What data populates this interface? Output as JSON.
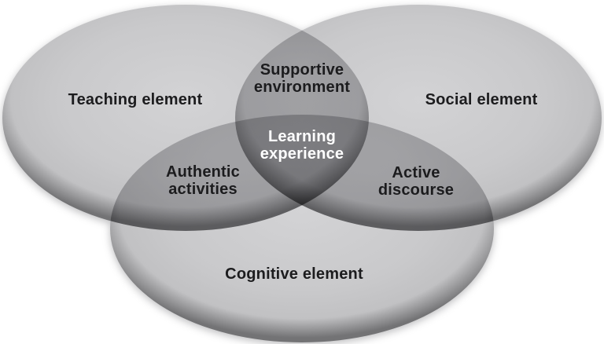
{
  "figure": {
    "type": "venn-diagram",
    "background": "#ffffff",
    "sets": [
      {
        "id": "teaching",
        "label": "Teaching element"
      },
      {
        "id": "social",
        "label": "Social element"
      },
      {
        "id": "cognitive",
        "label": "Cognitive element"
      }
    ],
    "overlaps": [
      {
        "id": "teaching-social",
        "label": "Supportive environment"
      },
      {
        "id": "teaching-cognitive",
        "label": "Authentic activities"
      },
      {
        "id": "social-cognitive",
        "label": "Active discourse"
      },
      {
        "id": "teaching-social-cognitive",
        "label": "Learning experience"
      }
    ],
    "colors": {
      "body_highlight": "#d3d3d5",
      "body": "#c9c9cb",
      "body_mid_edge": "#c1c1c3",
      "edge_soft": "#98989a",
      "edge_dark": "#737375",
      "overlap_two": "#9b9b9d",
      "overlap_three": "#757577",
      "label": "#1c1c1e",
      "center_label": "#ffffff"
    }
  }
}
